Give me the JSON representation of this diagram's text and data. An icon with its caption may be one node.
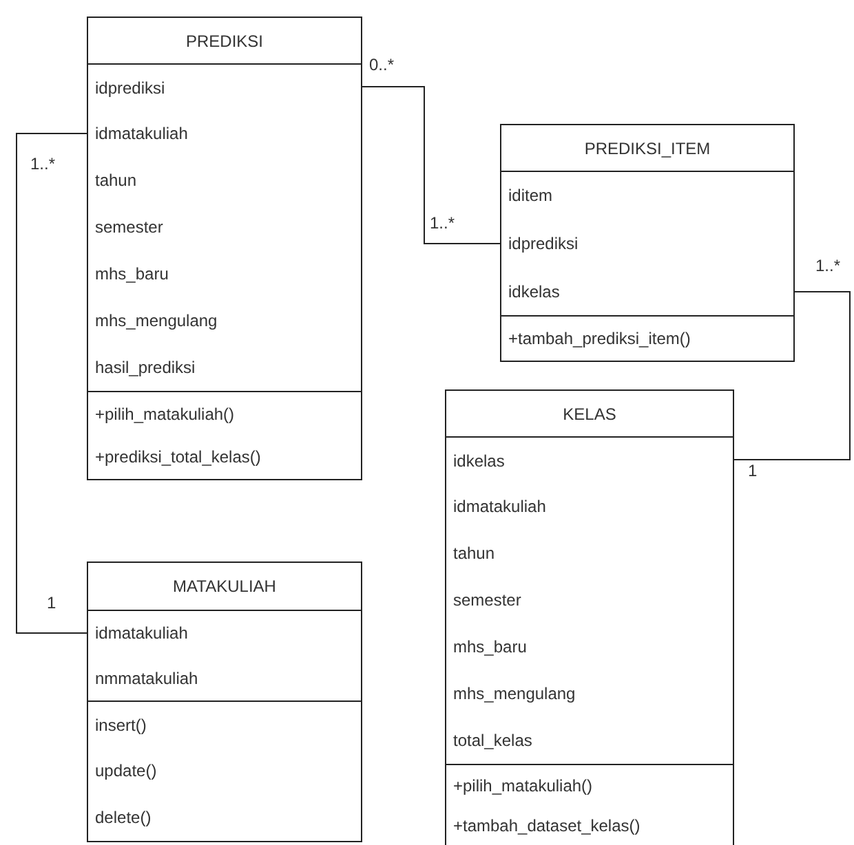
{
  "diagram": {
    "nodes": [
      {
        "text": [
          "PREDIKSI",
          "idprediksi",
          "idmatakuliah",
          "tahun",
          "semester",
          "mhs_baru",
          "mhs_mengulang",
          "hasil_prediksi",
          "+pilih_matakuliah()",
          "+prediksi_total_kelas()"
        ]
      },
      {
        "text": [
          "PREDIKSI_ITEM",
          "iditem",
          "idprediksi",
          "idkelas",
          "+tambah_prediksi_item()"
        ]
      },
      {
        "text": [
          "KELAS",
          "idkelas",
          "idmatakuliah",
          "tahun",
          "semester",
          "mhs_baru",
          "mhs_mengulang",
          "total_kelas",
          "+pilih_matakuliah()",
          "+tambah_dataset_kelas()"
        ]
      },
      {
        "text": [
          "MATAKULIAH",
          "idmatakuliah",
          "nmmatakuliah",
          "insert()",
          "update()",
          "delete()"
        ]
      }
    ],
    "edges": [
      {
        "from": 0,
        "to": 1,
        "arrow": "none"
      },
      {
        "from": 0,
        "to": 3,
        "arrow": "none"
      },
      {
        "from": 1,
        "to": 2,
        "arrow": "none"
      }
    ],
    "labels": [
      "0..*",
      "1..*",
      "1..*",
      "1..*",
      "1",
      "1"
    ]
  }
}
